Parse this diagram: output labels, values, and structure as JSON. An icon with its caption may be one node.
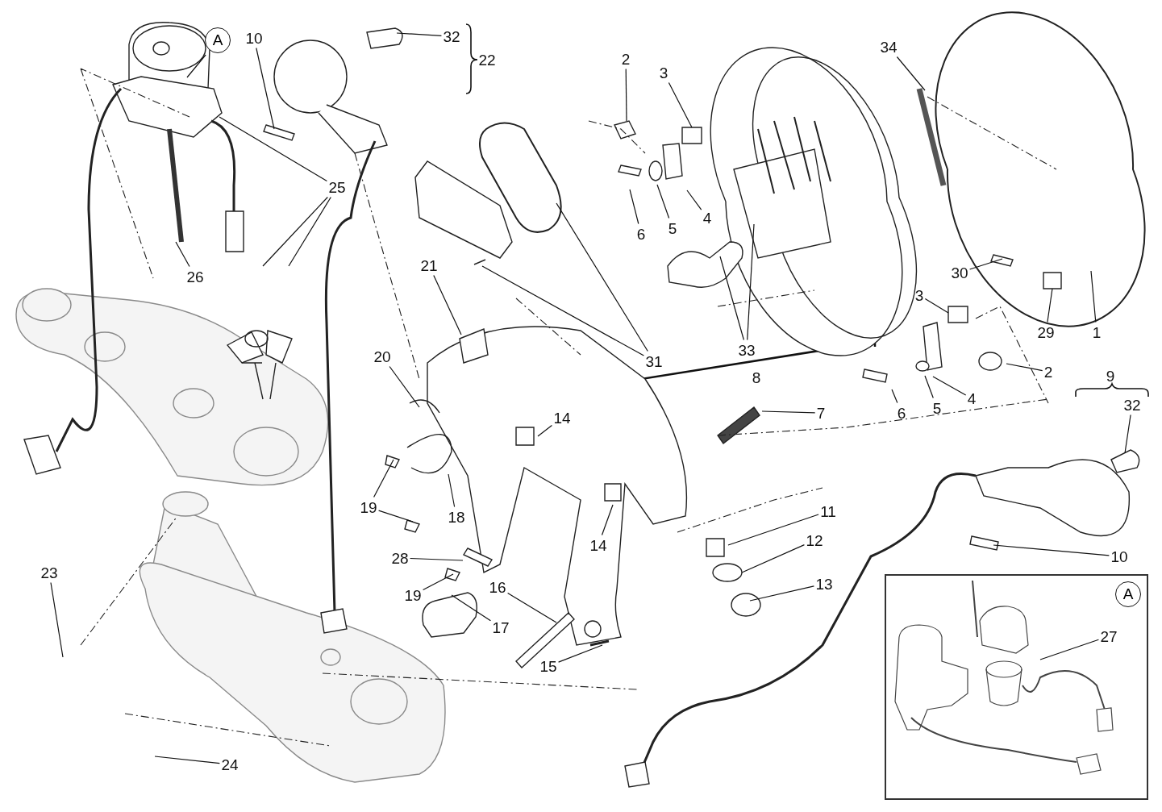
{
  "diagram": {
    "nodes": [
      {
        "text": [
          "A"
        ]
      },
      {
        "text": [
          "10"
        ]
      },
      {
        "text": [
          "32"
        ]
      },
      {
        "text": [
          "2"
        ]
      },
      {
        "text": [
          "3"
        ]
      },
      {
        "text": [
          "34"
        ]
      },
      {
        "text": [
          "25"
        ]
      },
      {
        "text": [
          "26"
        ]
      },
      {
        "text": [
          "6"
        ]
      },
      {
        "text": [
          "5"
        ]
      },
      {
        "text": [
          "4"
        ]
      },
      {
        "text": [
          "21"
        ]
      },
      {
        "text": [
          "30"
        ]
      },
      {
        "text": [
          "29"
        ]
      },
      {
        "text": [
          "1"
        ]
      },
      {
        "text": [
          "3"
        ]
      },
      {
        "text": [
          "20"
        ]
      },
      {
        "text": [
          "31"
        ]
      },
      {
        "text": [
          "33"
        ]
      },
      {
        "text": [
          "2"
        ]
      },
      {
        "text": [
          "6"
        ]
      },
      {
        "text": [
          "5"
        ]
      },
      {
        "text": [
          "4"
        ]
      },
      {
        "text": [
          "32"
        ]
      },
      {
        "text": [
          "7"
        ]
      },
      {
        "text": [
          "14"
        ]
      },
      {
        "text": [
          "19"
        ]
      },
      {
        "text": [
          "18"
        ]
      },
      {
        "text": [
          "11"
        ]
      },
      {
        "text": [
          "14"
        ]
      },
      {
        "text": [
          "28"
        ]
      },
      {
        "text": [
          "12"
        ]
      },
      {
        "text": [
          "10"
        ]
      },
      {
        "text": [
          "23"
        ]
      },
      {
        "text": [
          "16"
        ]
      },
      {
        "text": [
          "19"
        ]
      },
      {
        "text": [
          "13"
        ]
      },
      {
        "text": [
          "17"
        ]
      },
      {
        "text": [
          "15"
        ]
      },
      {
        "text": [
          "24"
        ]
      },
      {
        "text": [],
        "shape": "box"
      },
      {
        "text": [
          "A"
        ],
        "in": 40
      },
      {
        "text": [
          "27"
        ],
        "in": 40
      }
    ],
    "edges": [
      {
        "from": 0,
        "to": null,
        "arrow": "none"
      },
      {
        "from": 1,
        "to": null,
        "arrow": "none"
      },
      {
        "from": 2,
        "to": null,
        "arrow": "none"
      },
      {
        "from": 3,
        "to": null,
        "arrow": "none"
      },
      {
        "from": 4,
        "to": null,
        "arrow": "none"
      },
      {
        "from": 5,
        "to": null,
        "arrow": "none"
      },
      {
        "from": 6,
        "to": null,
        "arrow": "none"
      },
      {
        "from": 6,
        "to": null,
        "arrow": "none"
      },
      {
        "from": 6,
        "to": null,
        "arrow": "none"
      },
      {
        "from": 7,
        "to": null,
        "arrow": "none"
      },
      {
        "from": 8,
        "to": null,
        "arrow": "none"
      },
      {
        "from": 9,
        "to": null,
        "arrow": "none"
      },
      {
        "from": 10,
        "to": null,
        "arrow": "none"
      },
      {
        "from": 11,
        "to": null,
        "arrow": "none"
      },
      {
        "from": 12,
        "to": null,
        "arrow": "none"
      },
      {
        "from": 13,
        "to": null,
        "arrow": "none"
      },
      {
        "from": 14,
        "to": null,
        "arrow": "none"
      },
      {
        "from": 15,
        "to": null,
        "arrow": "none"
      },
      {
        "from": 16,
        "to": null,
        "arrow": "none"
      },
      {
        "from": 17,
        "to": null,
        "arrow": "none"
      },
      {
        "from": 17,
        "to": null,
        "arrow": "none"
      },
      {
        "from": 18,
        "to": null,
        "arrow": "none"
      },
      {
        "from": 18,
        "to": null,
        "arrow": "none"
      },
      {
        "from": 19,
        "to": null,
        "arrow": "none"
      },
      {
        "from": 20,
        "to": null,
        "arrow": "none"
      },
      {
        "from": 21,
        "to": null,
        "arrow": "none"
      },
      {
        "from": 22,
        "to": null,
        "arrow": "none"
      },
      {
        "from": 23,
        "to": null,
        "arrow": "none"
      },
      {
        "from": 24,
        "to": null,
        "arrow": "none"
      },
      {
        "from": 25,
        "to": null,
        "arrow": "none"
      },
      {
        "from": 26,
        "to": null,
        "arrow": "none"
      },
      {
        "from": 26,
        "to": null,
        "arrow": "none"
      },
      {
        "from": 27,
        "to": null,
        "arrow": "none"
      },
      {
        "from": 28,
        "to": null,
        "arrow": "none"
      },
      {
        "from": 29,
        "to": null,
        "arrow": "none"
      },
      {
        "from": 30,
        "to": null,
        "arrow": "none"
      },
      {
        "from": 31,
        "to": null,
        "arrow": "none"
      },
      {
        "from": 32,
        "to": null,
        "arrow": "none"
      },
      {
        "from": 33,
        "to": null,
        "arrow": "none"
      },
      {
        "from": 34,
        "to": null,
        "arrow": "none"
      },
      {
        "from": 35,
        "to": null,
        "arrow": "none"
      },
      {
        "from": 36,
        "to": null,
        "arrow": "none"
      },
      {
        "from": 37,
        "to": null,
        "arrow": "none"
      },
      {
        "from": 38,
        "to": null,
        "arrow": "none"
      },
      {
        "from": 39,
        "to": null,
        "arrow": "none"
      },
      {
        "from": 42,
        "to": null,
        "arrow": "none"
      }
    ],
    "labels": [
      "22",
      "8",
      "9"
    ]
  }
}
